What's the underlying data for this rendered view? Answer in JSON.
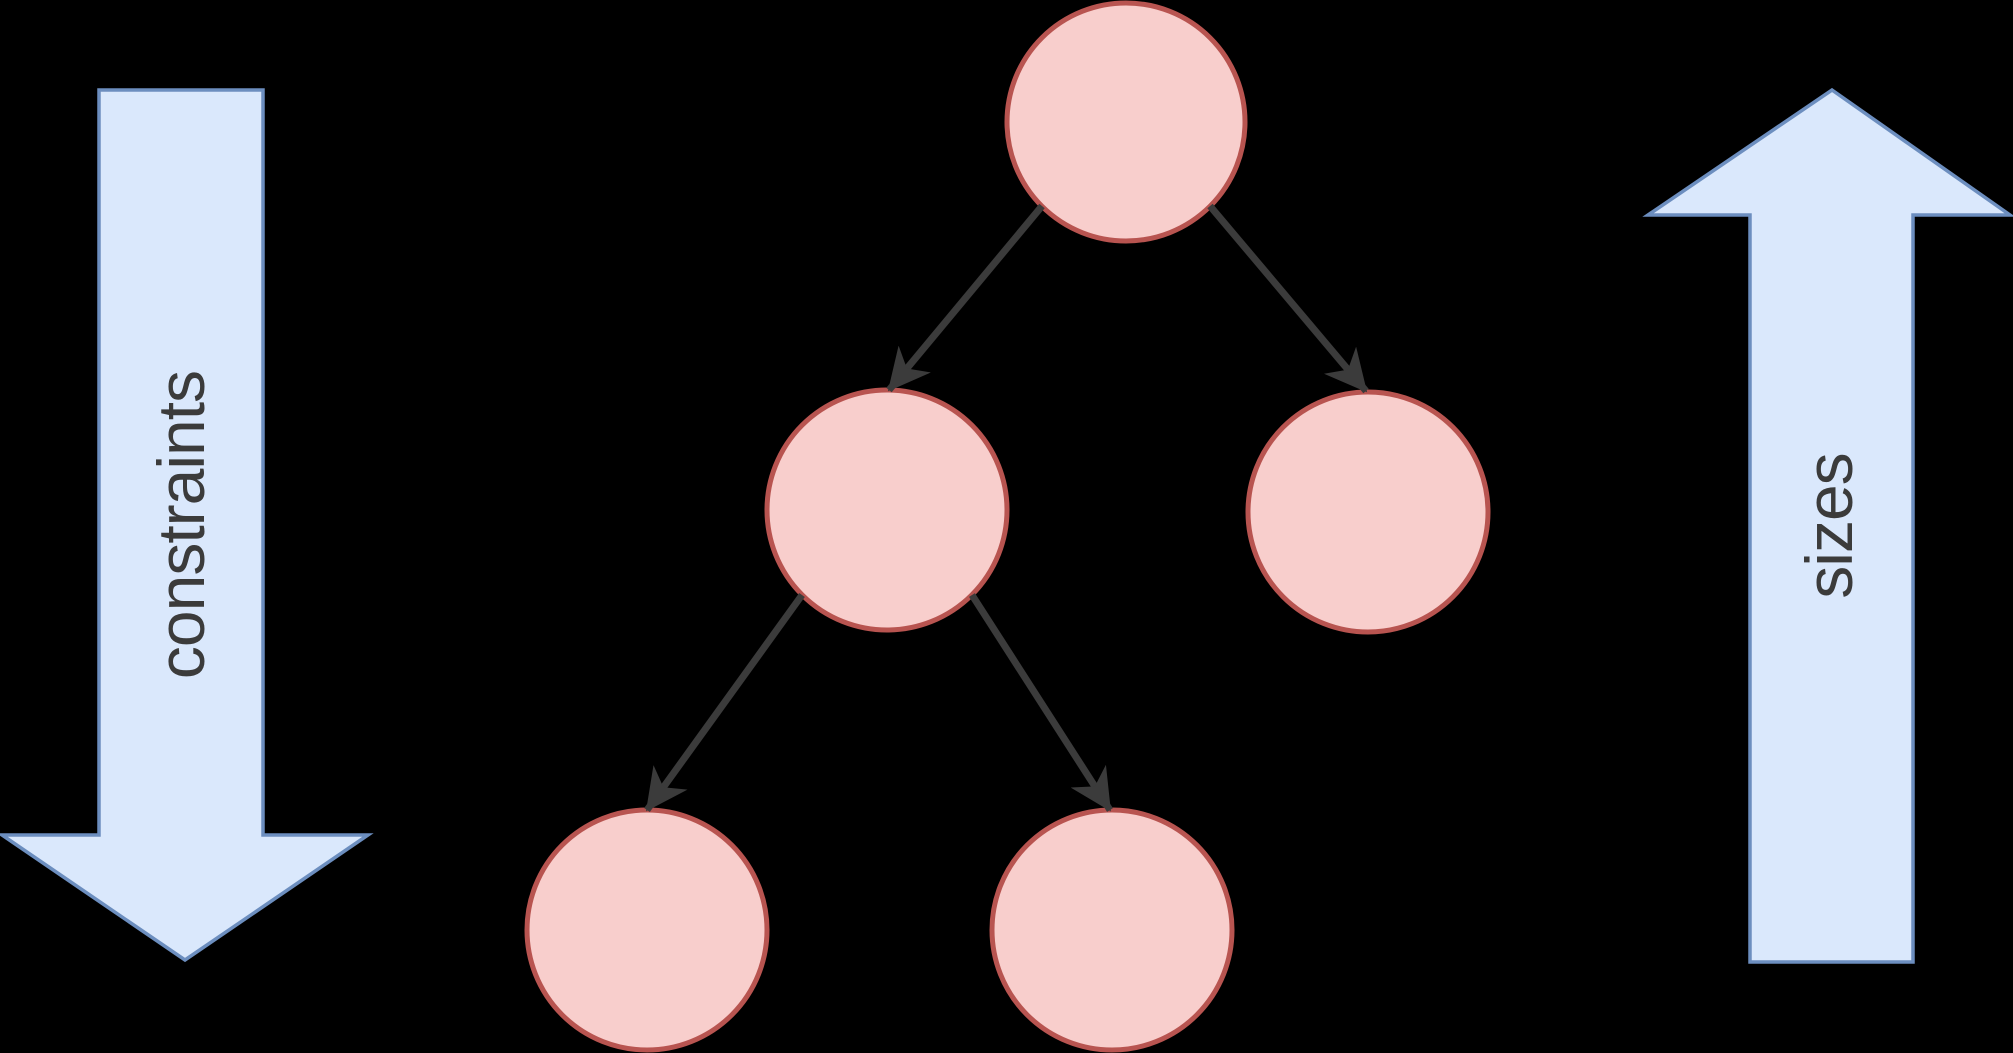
{
  "diagram": {
    "left_arrow_label": "constraints",
    "right_arrow_label": "sizes",
    "nodes": [
      {
        "id": "root"
      },
      {
        "id": "child-left"
      },
      {
        "id": "child-right"
      },
      {
        "id": "grandchild-left"
      },
      {
        "id": "grandchild-middle"
      }
    ],
    "edges": [
      {
        "from": "root",
        "to": "child-left"
      },
      {
        "from": "root",
        "to": "child-right"
      },
      {
        "from": "child-left",
        "to": "grandchild-left"
      },
      {
        "from": "child-left",
        "to": "grandchild-middle"
      }
    ]
  },
  "colors": {
    "background": "#000000",
    "block_arrow_fill": "#dae8fc",
    "block_arrow_stroke": "#6c8ebf",
    "node_fill": "#f8cecc",
    "node_stroke": "#b85450",
    "edge_color": "#3b3b3b",
    "label_color": "#3b3b3b"
  }
}
